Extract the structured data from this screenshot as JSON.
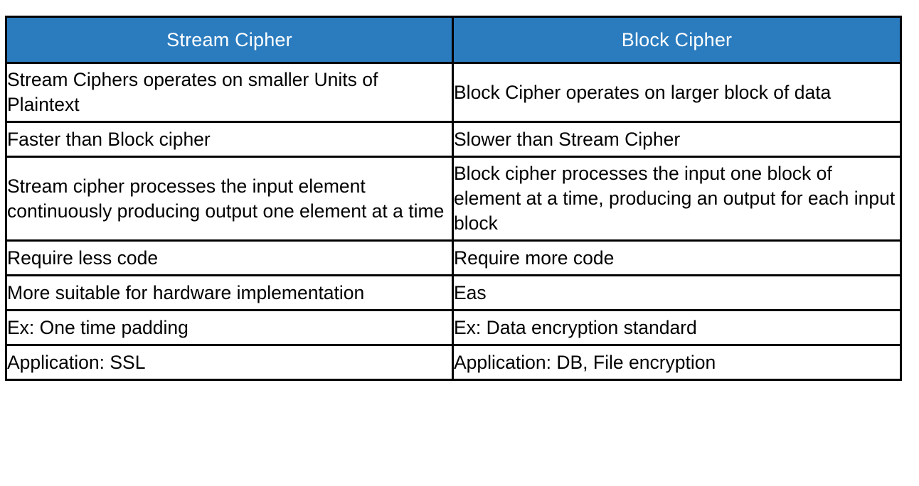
{
  "document": {
    "type": "comparison-table",
    "background_color": "#ffffff",
    "border_color": "#000000",
    "header_background_color": "#2b7cbf",
    "header_text_color": "#ffffff",
    "body_text_color": "#000000"
  },
  "table": {
    "columns": [
      {
        "key": "stream",
        "header": "Stream Cipher"
      },
      {
        "key": "block",
        "header": "Block Cipher"
      }
    ],
    "rows": [
      {
        "stream": "Stream Ciphers operates on smaller Units of Plaintext",
        "block": "Block Cipher operates on larger block of data"
      },
      {
        "stream": "Faster than Block cipher",
        "block": "Slower than Stream Cipher"
      },
      {
        "stream": "Stream cipher processes the input element continuously producing output one element at a time",
        "block": "Block cipher processes the input one block of element at a time, producing an output for each input block"
      },
      {
        "stream": "Require less code",
        "block": "Require more code"
      },
      {
        "stream": "More suitable for hardware implementation",
        "block": "Eas"
      },
      {
        "stream": "Ex: One time padding",
        "block": "Ex: Data encryption standard"
      },
      {
        "stream": "Application: SSL",
        "block": "Application: DB, File encryption"
      }
    ]
  }
}
